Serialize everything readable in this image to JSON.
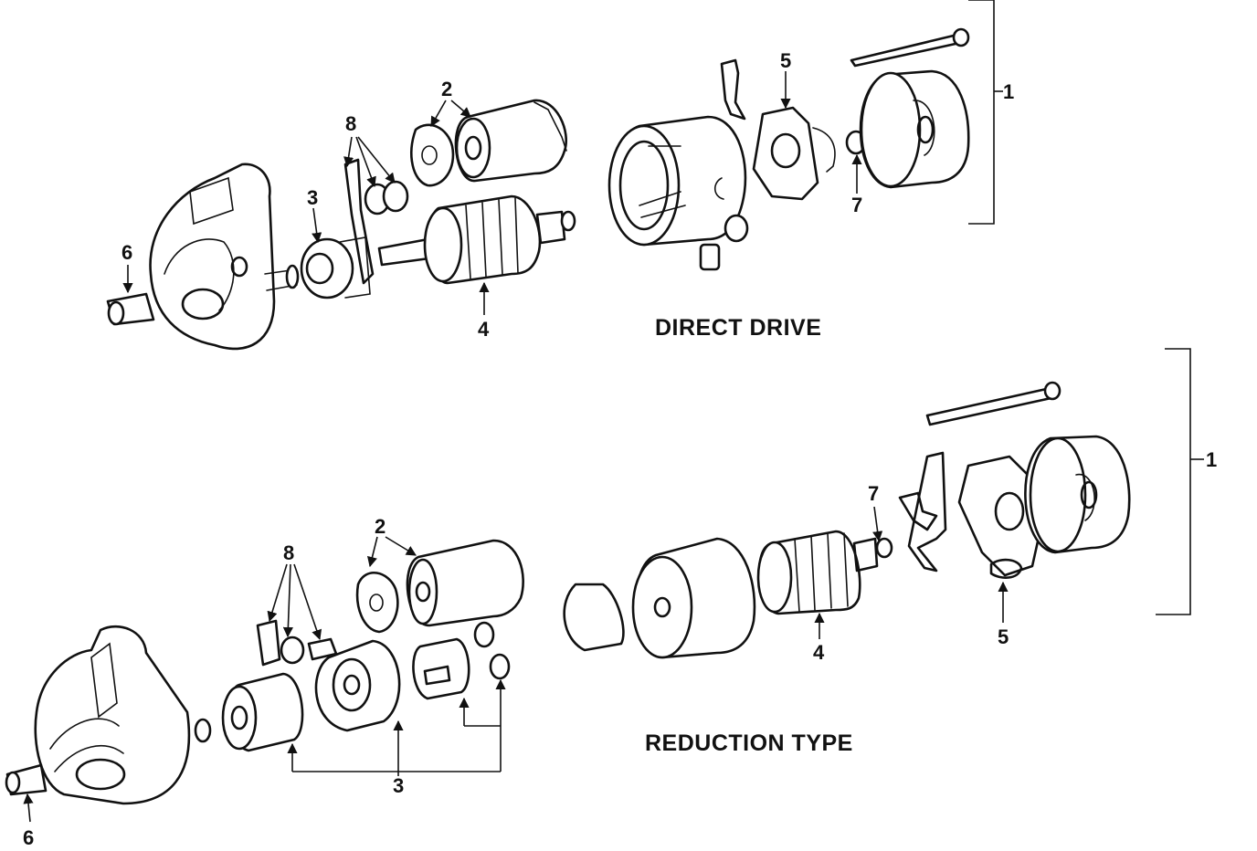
{
  "sections": {
    "direct_drive": {
      "title": "DIRECT DRIVE",
      "callouts": [
        "1",
        "2",
        "3",
        "4",
        "5",
        "6",
        "7",
        "8"
      ]
    },
    "reduction_type": {
      "title": "REDUCTION TYPE",
      "callouts": [
        "1",
        "2",
        "3",
        "4",
        "5",
        "6",
        "7",
        "8"
      ]
    }
  },
  "colors": {
    "line": "#111111",
    "background": "#ffffff"
  }
}
